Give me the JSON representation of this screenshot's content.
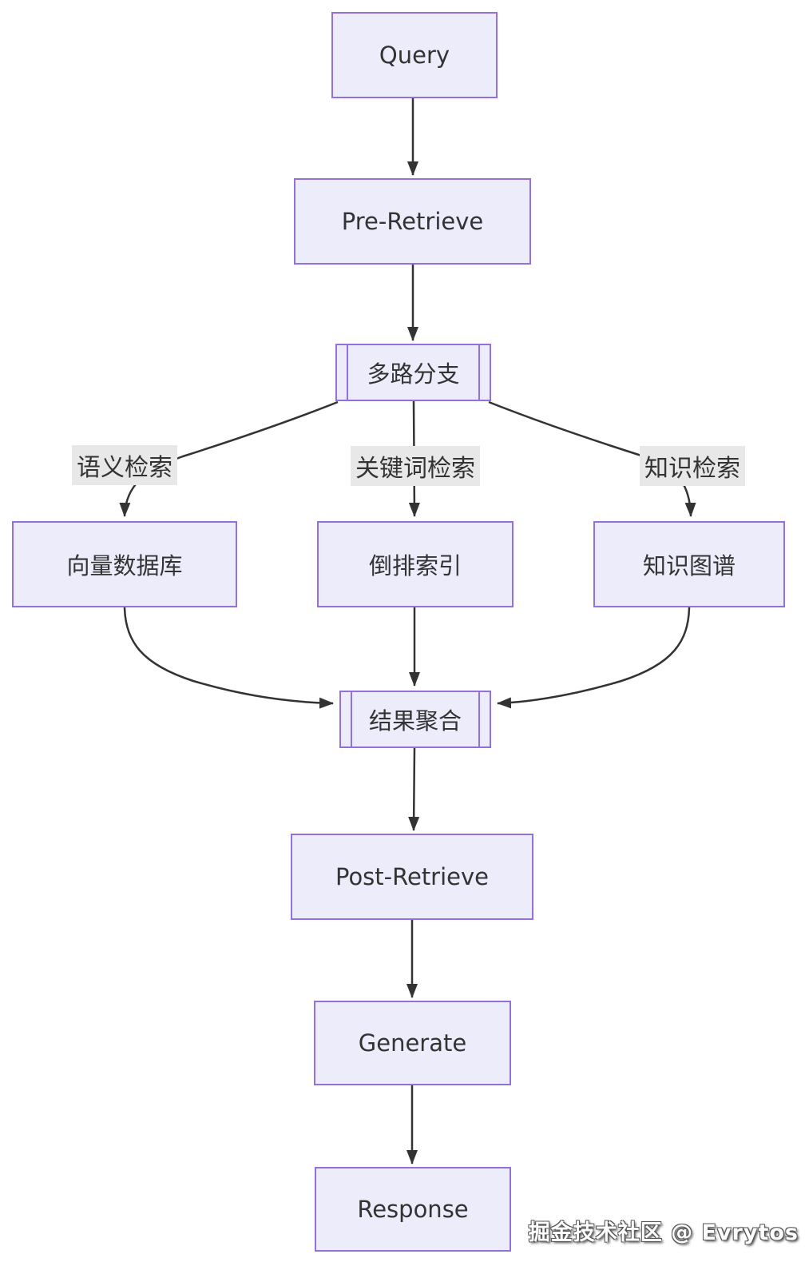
{
  "diagram": {
    "title": "RAG retrieval pipeline flowchart",
    "nodes": {
      "query": {
        "label": "Query",
        "shape": "rect"
      },
      "pre_retrieve": {
        "label": "Pre-Retrieve",
        "shape": "rect"
      },
      "branch": {
        "label": "多路分支",
        "shape": "subroutine"
      },
      "vector_db": {
        "label": "向量数据库",
        "shape": "rect"
      },
      "inverted_index": {
        "label": "倒排索引",
        "shape": "rect"
      },
      "knowledge_graph": {
        "label": "知识图谱",
        "shape": "rect"
      },
      "aggregate": {
        "label": "结果聚合",
        "shape": "subroutine"
      },
      "post_retrieve": {
        "label": "Post-Retrieve",
        "shape": "rect"
      },
      "generate": {
        "label": "Generate",
        "shape": "rect"
      },
      "response": {
        "label": "Response",
        "shape": "rect"
      }
    },
    "edge_labels": {
      "semantic": "语义检索",
      "keyword": "关键词检索",
      "knowledge": "知识检索"
    },
    "edges": [
      {
        "from": "query",
        "to": "pre_retrieve"
      },
      {
        "from": "pre_retrieve",
        "to": "branch"
      },
      {
        "from": "branch",
        "to": "vector_db",
        "label": "语义检索"
      },
      {
        "from": "branch",
        "to": "inverted_index",
        "label": "关键词检索"
      },
      {
        "from": "branch",
        "to": "knowledge_graph",
        "label": "知识检索"
      },
      {
        "from": "vector_db",
        "to": "aggregate"
      },
      {
        "from": "inverted_index",
        "to": "aggregate"
      },
      {
        "from": "knowledge_graph",
        "to": "aggregate"
      },
      {
        "from": "aggregate",
        "to": "post_retrieve"
      },
      {
        "from": "post_retrieve",
        "to": "generate"
      },
      {
        "from": "generate",
        "to": "response"
      }
    ],
    "colors": {
      "node_fill": "#ececfb",
      "node_border": "#9370db",
      "node_text": "#333333",
      "edge_stroke": "#333333",
      "edge_label_bg": "#e8e8e8",
      "background": "#ffffff"
    }
  },
  "watermark": {
    "text": "掘金技术社区 @ Evrytos"
  }
}
